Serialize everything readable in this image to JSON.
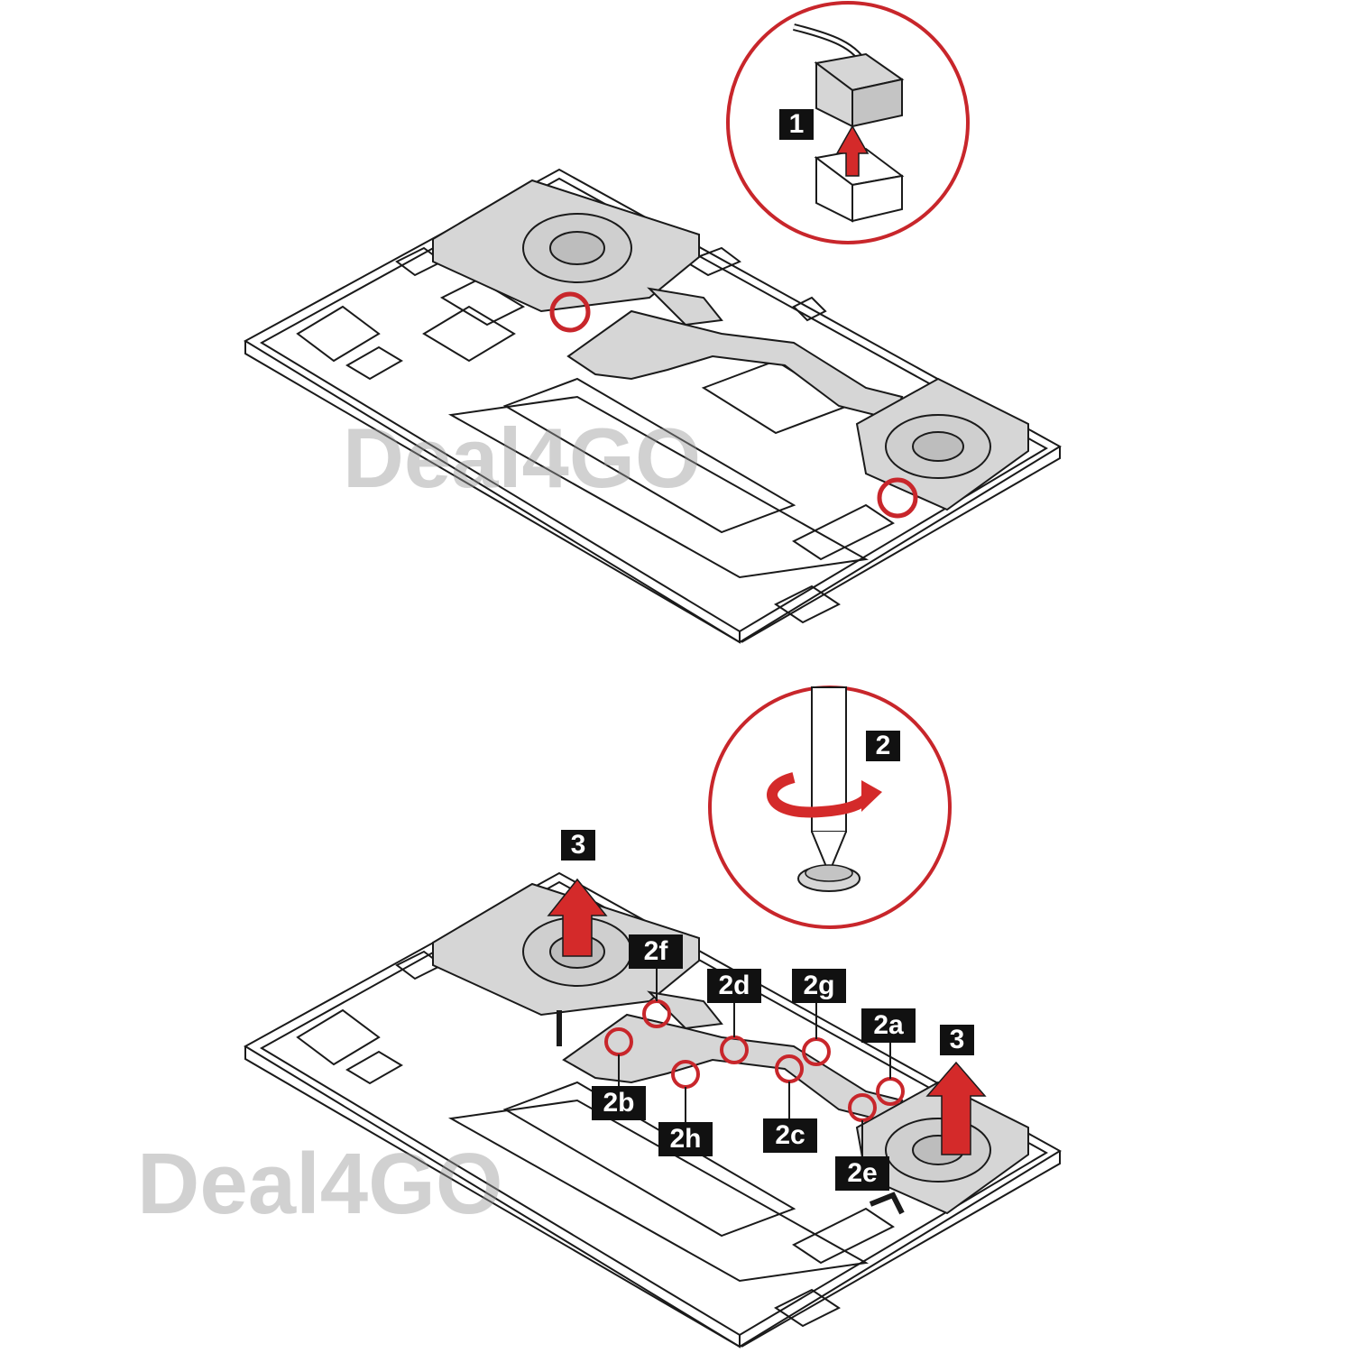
{
  "colors": {
    "callout_red": "#c8262b",
    "arrow_red": "#d42a2a",
    "label_bg": "#111111",
    "label_fg": "#ffffff",
    "part_gray": "#d6d6d6",
    "line_black": "#1a1a1a"
  },
  "steps": {
    "step1": "1",
    "step2": "2",
    "step3_left": "3",
    "step3_right": "3",
    "screw_2a": "2a",
    "screw_2b": "2b",
    "screw_2c": "2c",
    "screw_2d": "2d",
    "screw_2e": "2e",
    "screw_2f": "2f",
    "screw_2g": "2g",
    "screw_2h": "2h"
  },
  "watermark": {
    "top": "Deal4GO",
    "bottom": "Deal4GO"
  },
  "icons": {
    "connector_detail": "connector-disconnect-icon",
    "screwdriver_detail": "screwdriver-loosen-icon",
    "lift_arrow": "arrow-up-icon"
  }
}
